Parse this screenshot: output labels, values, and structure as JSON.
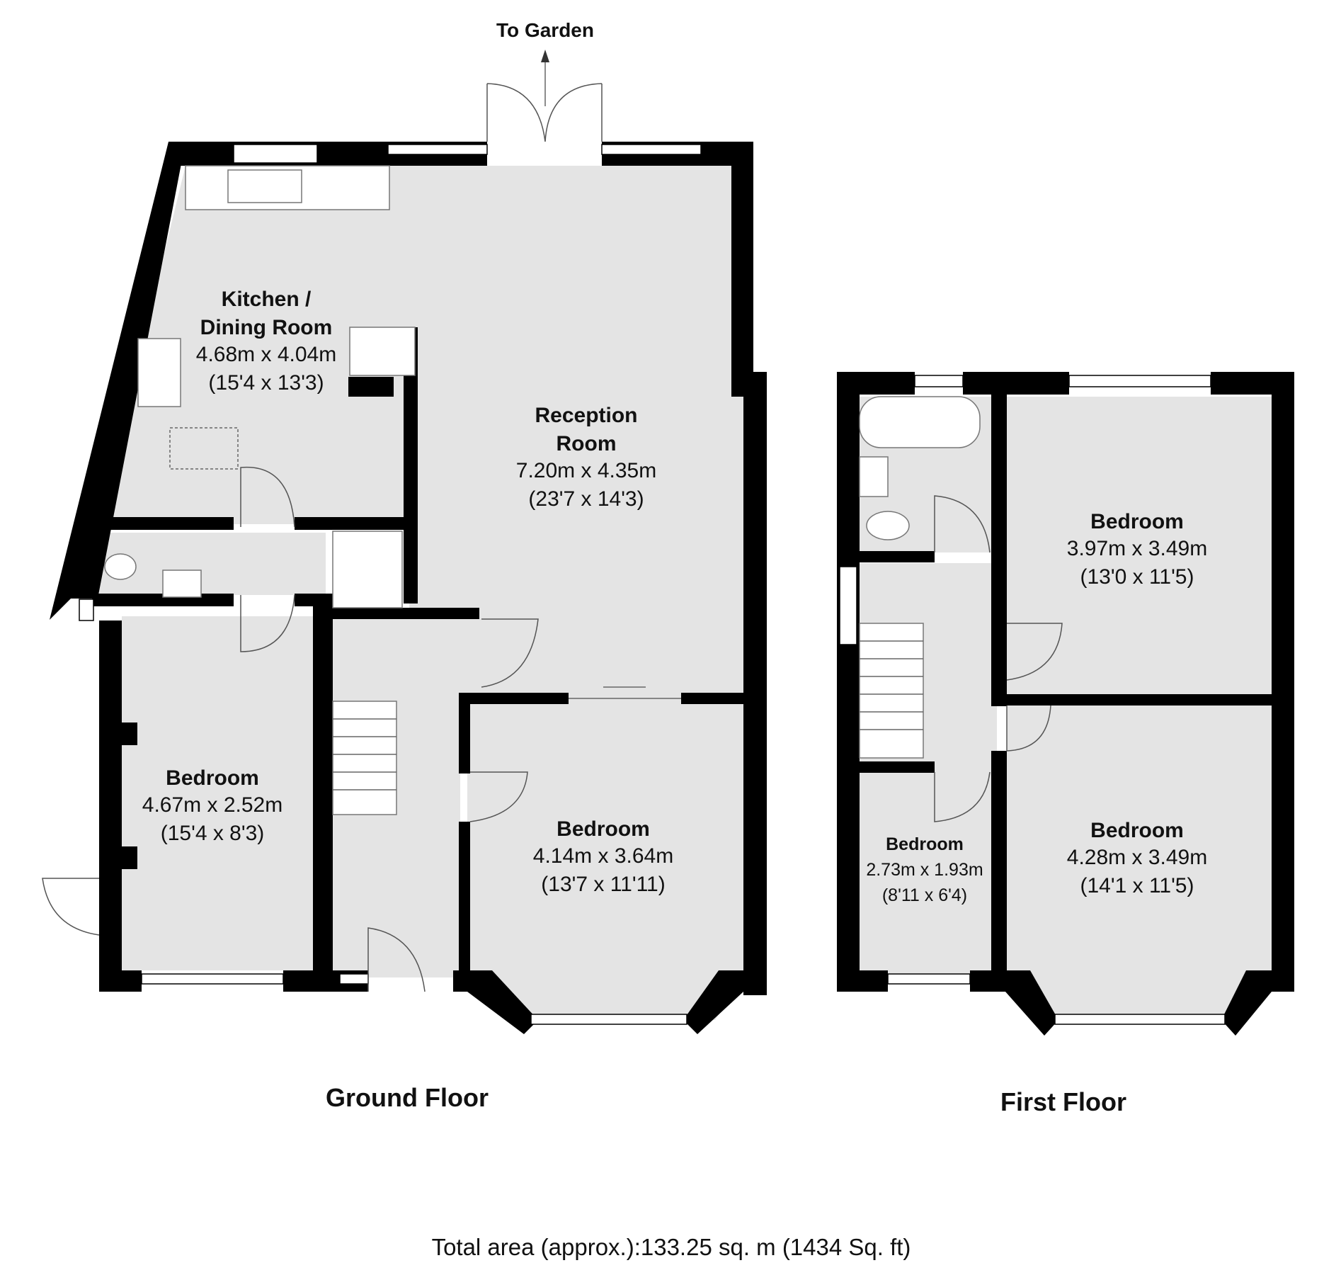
{
  "garden_label": "To Garden",
  "ground_floor": {
    "title": "Ground Floor",
    "kitchen": {
      "name_line1": "Kitchen /",
      "name_line2": "Dining Room",
      "metric": "4.68m x 4.04m",
      "imperial": "(15'4 x 13'3)"
    },
    "reception": {
      "name_line1": "Reception",
      "name_line2": "Room",
      "metric": "7.20m x 4.35m",
      "imperial": "(23'7 x 14'3)"
    },
    "bedroom_left": {
      "name": "Bedroom",
      "metric": "4.67m x 2.52m",
      "imperial": "(15'4 x 8'3)"
    },
    "bedroom_front": {
      "name": "Bedroom",
      "metric": "4.14m x 3.64m",
      "imperial": "(13'7 x 11'11)"
    }
  },
  "first_floor": {
    "title": "First Floor",
    "bedroom_rear": {
      "name": "Bedroom",
      "metric": "3.97m x 3.49m",
      "imperial": "(13'0 x 11'5)"
    },
    "bedroom_front": {
      "name": "Bedroom",
      "metric": "4.28m x 3.49m",
      "imperial": "(14'1 x 11'5)"
    },
    "bedroom_small": {
      "name": "Bedroom",
      "metric": "2.73m x 1.93m",
      "imperial": "(8'11 x 6'4)"
    }
  },
  "total_area": "Total area (approx.):133.25 sq. m (1434 Sq. ft)"
}
